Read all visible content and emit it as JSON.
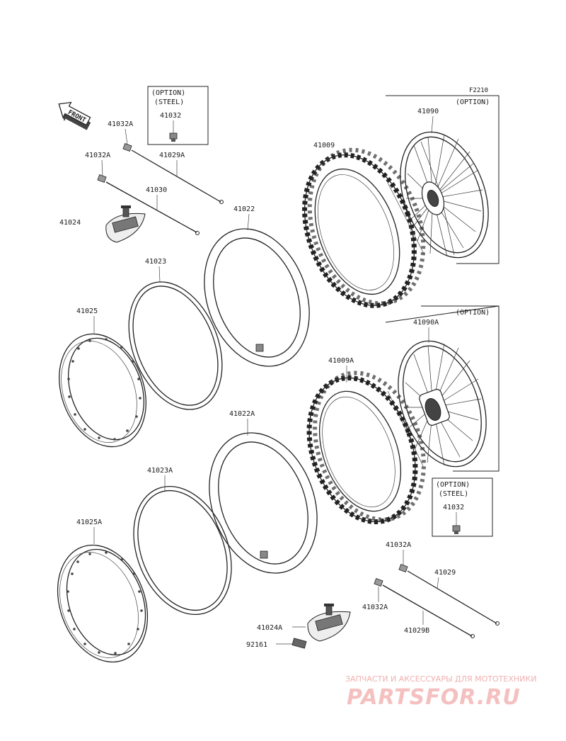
{
  "diagram": {
    "code": "F2210",
    "front_label": "FRONT",
    "option_box_top": {
      "line1": "(OPTION)",
      "line2": "(STEEL)",
      "part": "41032"
    },
    "option_box_right": {
      "line1": "(OPTION)",
      "line2": "(STEEL)",
      "part": "41032"
    },
    "wheel_option_top": "(OPTION)",
    "wheel_option_mid": "(OPTION)",
    "parts": {
      "p41032A_1": "41032A",
      "p41029A": "41029A",
      "p41032A_2": "41032A",
      "p41030": "41030",
      "p41024": "41024",
      "p41022": "41022",
      "p41023": "41023",
      "p41025": "41025",
      "p41009": "41009",
      "p41090": "41090",
      "p41090A": "41090A",
      "p41009A": "41009A",
      "p41022A": "41022A",
      "p41023A": "41023A",
      "p41025A": "41025A",
      "p41032A_3": "41032A",
      "p41029": "41029",
      "p41032A_4": "41032A",
      "p41029B": "41029B",
      "p41024A": "41024A",
      "p92161": "92161"
    }
  },
  "watermark": {
    "tagline": "ЗАПЧАСТИ И АКСЕССУАРЫ ДЛЯ МОТОТЕХНИКИ",
    "brand": "PARTSFOR.RU"
  }
}
